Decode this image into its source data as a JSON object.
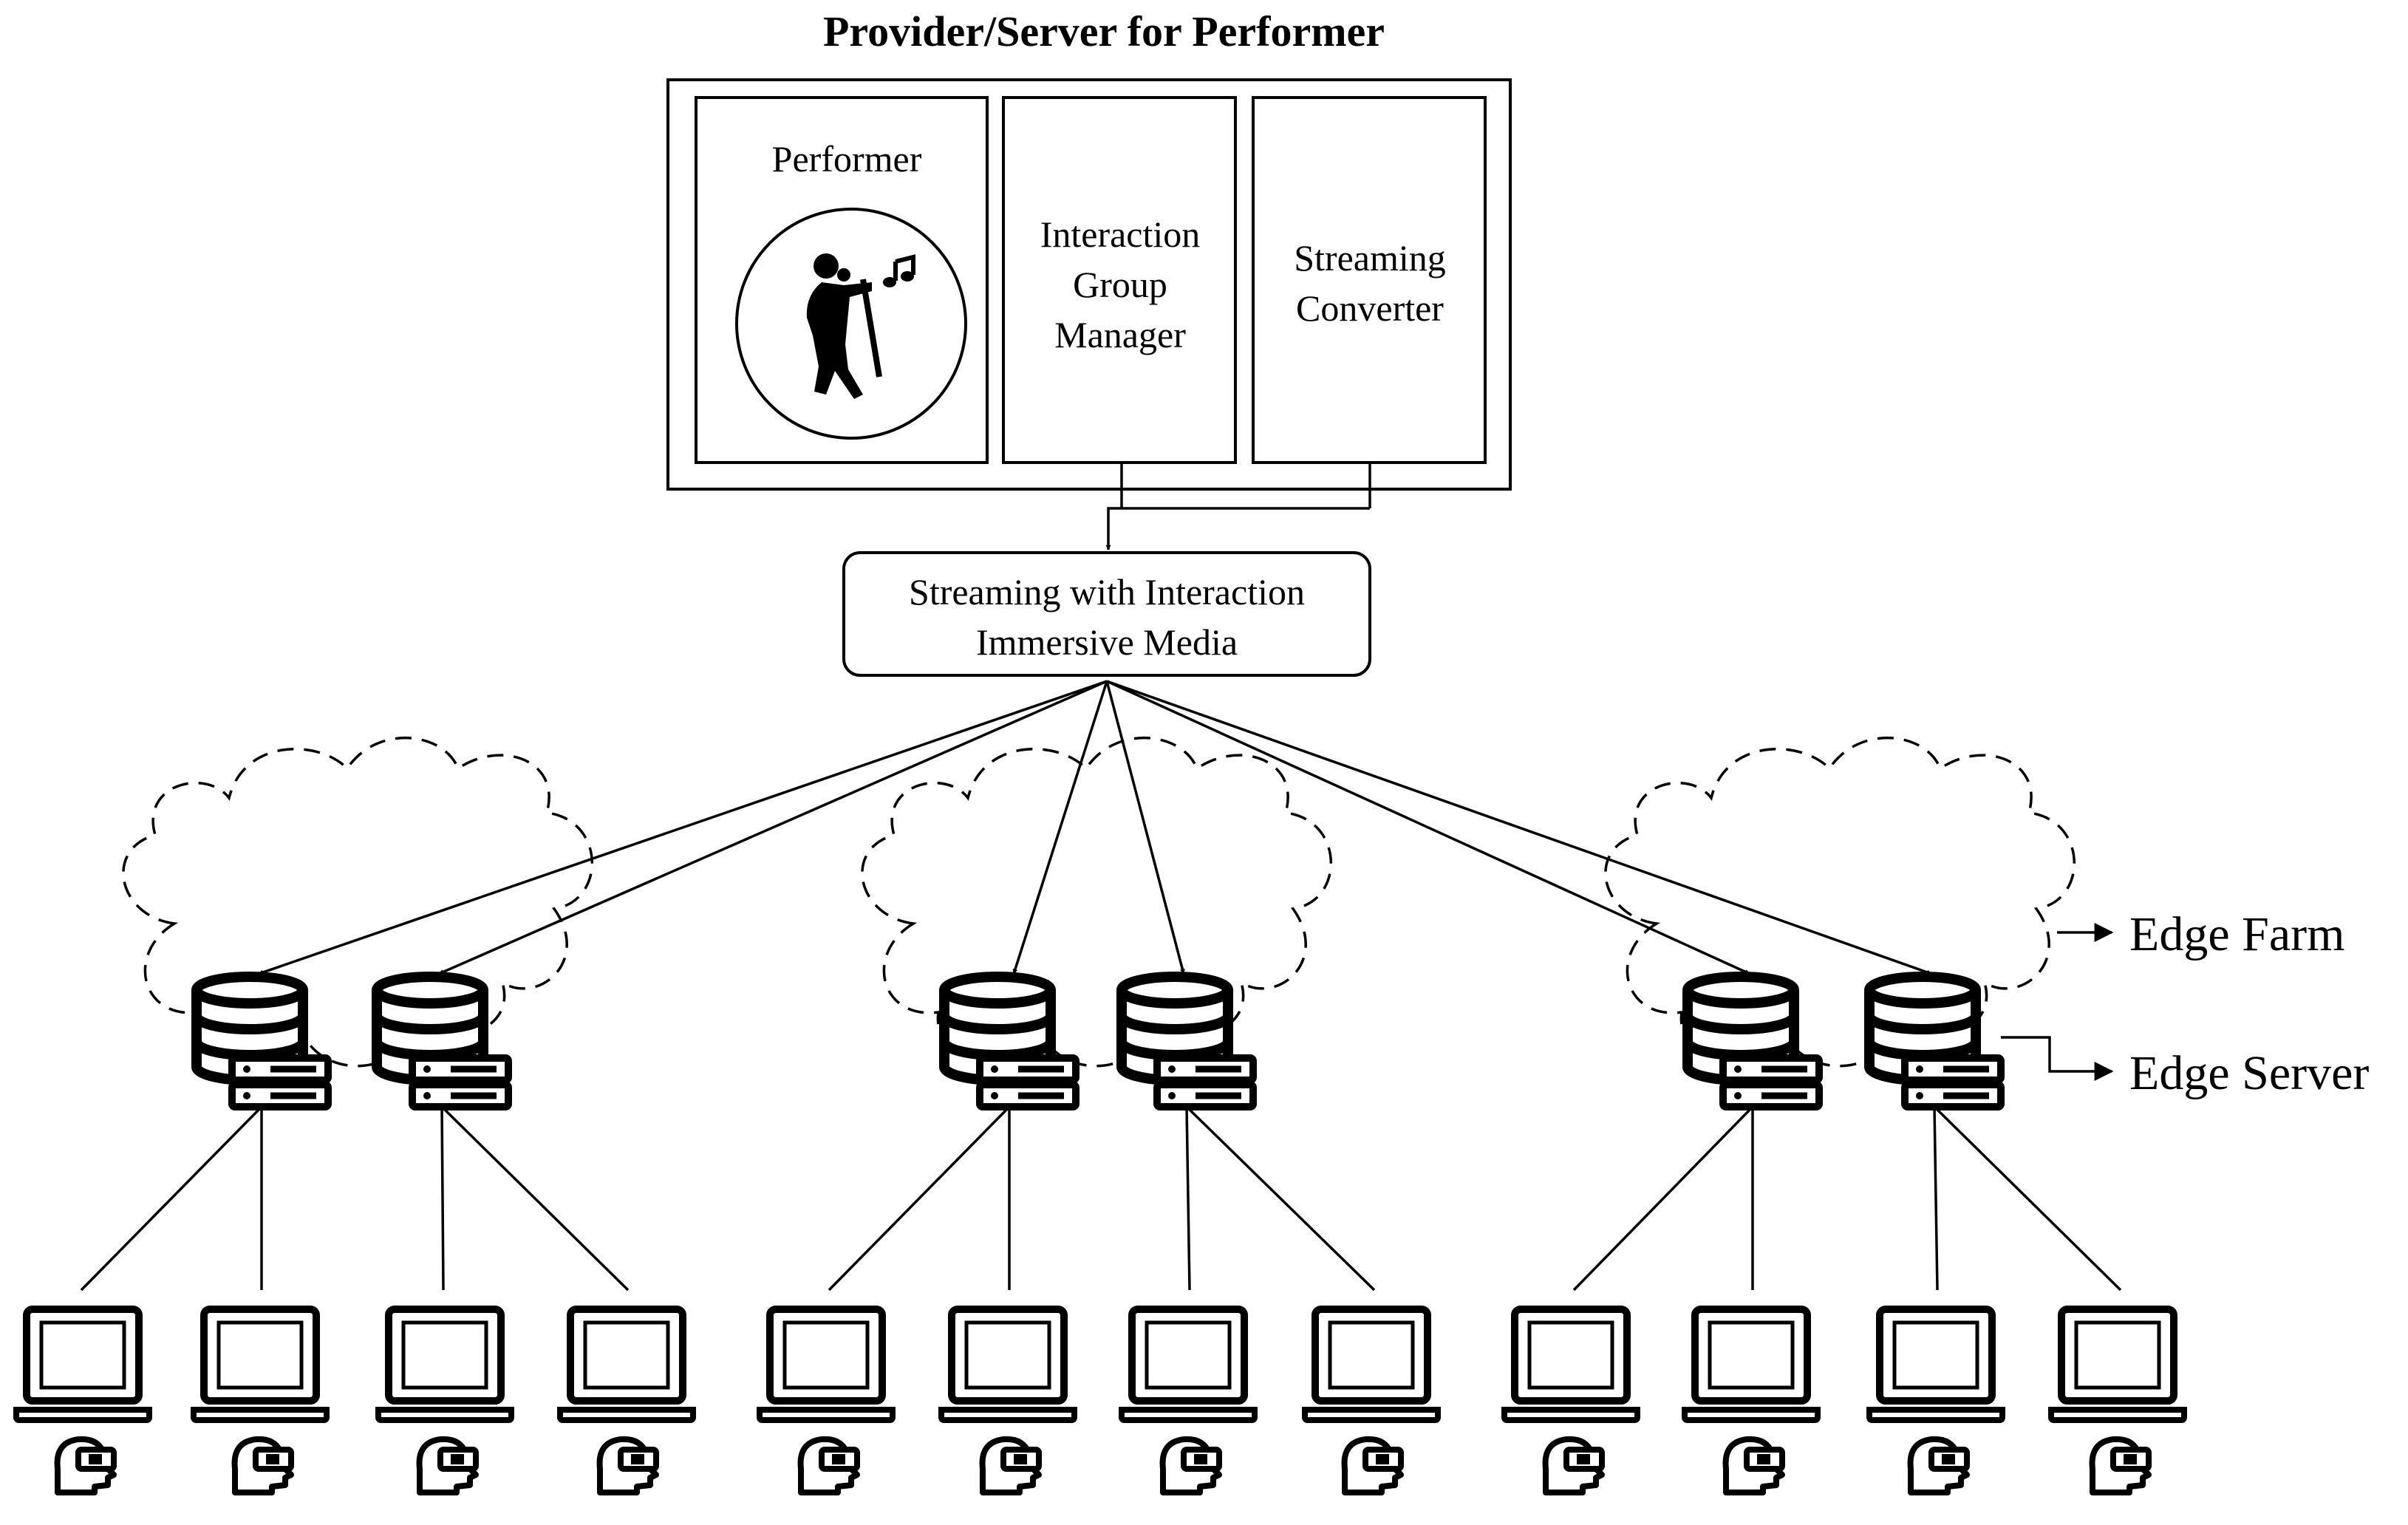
{
  "title": "Provider/Server for Performer",
  "modules": {
    "performer": "Performer",
    "group_manager": [
      "Interaction",
      "Group",
      "Manager"
    ],
    "converter": [
      "Streaming",
      "Converter"
    ]
  },
  "streaming_box": [
    "Streaming with Interaction",
    "Immersive Media"
  ],
  "legend": {
    "edge_farm": "Edge Farm",
    "edge_server": "Edge Server"
  },
  "icons": {
    "performer": "singer-icon",
    "music": "music-note-icon",
    "server": "edge-server-icon",
    "client_device": "laptop-icon",
    "user": "vr-headset-user-icon"
  },
  "edge_farms": [
    {
      "servers": 2,
      "clients_per_server": 2
    },
    {
      "servers": 2,
      "clients_per_server": 2
    },
    {
      "servers": 2,
      "clients_per_server": 2
    }
  ]
}
